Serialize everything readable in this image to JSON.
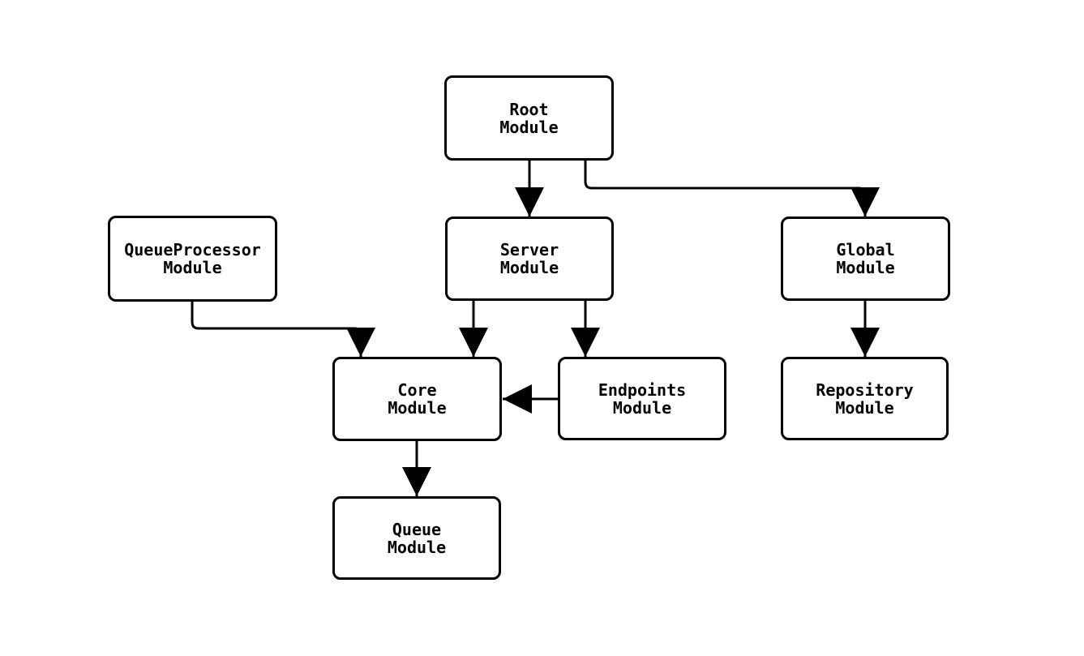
{
  "diagram": {
    "type": "module-dependency-flowchart",
    "colors": {
      "background": "#ffffff",
      "node_fill": "#ffffff",
      "stroke": "#000000",
      "text": "#000000"
    },
    "nodes": {
      "root": {
        "label": "Root\nModule"
      },
      "queue_processor": {
        "label": "QueueProcessor\nModule"
      },
      "server": {
        "label": "Server\nModule"
      },
      "global": {
        "label": "Global\nModule"
      },
      "core": {
        "label": "Core\nModule"
      },
      "endpoints": {
        "label": "Endpoints\nModule"
      },
      "repository": {
        "label": "Repository\nModule"
      },
      "queue": {
        "label": "Queue\nModule"
      }
    },
    "edges": [
      {
        "from": "Root Module",
        "to": "Server Module"
      },
      {
        "from": "Root Module",
        "to": "Global Module"
      },
      {
        "from": "QueueProcessor Module",
        "to": "Core Module"
      },
      {
        "from": "Server Module",
        "to": "Core Module"
      },
      {
        "from": "Server Module",
        "to": "Endpoints Module"
      },
      {
        "from": "Endpoints Module",
        "to": "Core Module"
      },
      {
        "from": "Global Module",
        "to": "Repository Module"
      },
      {
        "from": "Core Module",
        "to": "Queue Module"
      }
    ]
  }
}
